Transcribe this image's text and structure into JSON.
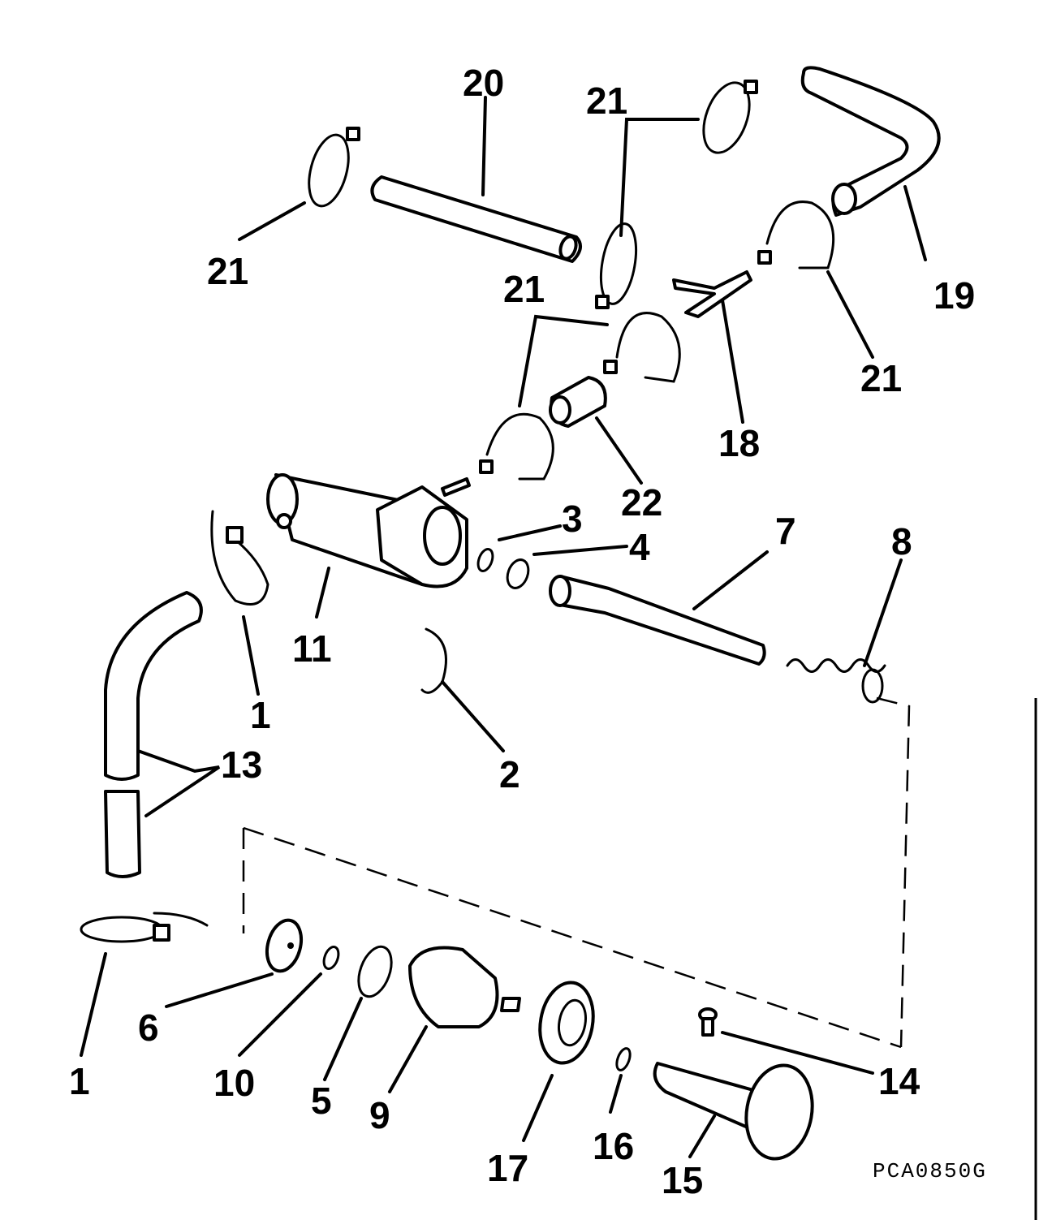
{
  "diagram": {
    "type": "exploded-parts-diagram",
    "reference_code": "PCA0850G",
    "callouts": [
      {
        "id": "c20",
        "label": "20"
      },
      {
        "id": "c21a",
        "label": "21"
      },
      {
        "id": "c21b",
        "label": "21"
      },
      {
        "id": "c21c",
        "label": "21"
      },
      {
        "id": "c21d",
        "label": "21"
      },
      {
        "id": "c19",
        "label": "19"
      },
      {
        "id": "c18",
        "label": "18"
      },
      {
        "id": "c22",
        "label": "22"
      },
      {
        "id": "c3",
        "label": "3"
      },
      {
        "id": "c4",
        "label": "4"
      },
      {
        "id": "c7",
        "label": "7"
      },
      {
        "id": "c8",
        "label": "8"
      },
      {
        "id": "c11",
        "label": "11"
      },
      {
        "id": "c1a",
        "label": "1"
      },
      {
        "id": "c13",
        "label": "13"
      },
      {
        "id": "c2",
        "label": "2"
      },
      {
        "id": "c1b",
        "label": "1"
      },
      {
        "id": "c6",
        "label": "6"
      },
      {
        "id": "c10",
        "label": "10"
      },
      {
        "id": "c5",
        "label": "5"
      },
      {
        "id": "c9",
        "label": "9"
      },
      {
        "id": "c17",
        "label": "17"
      },
      {
        "id": "c16",
        "label": "16"
      },
      {
        "id": "c15",
        "label": "15"
      },
      {
        "id": "c14",
        "label": "14"
      }
    ]
  }
}
